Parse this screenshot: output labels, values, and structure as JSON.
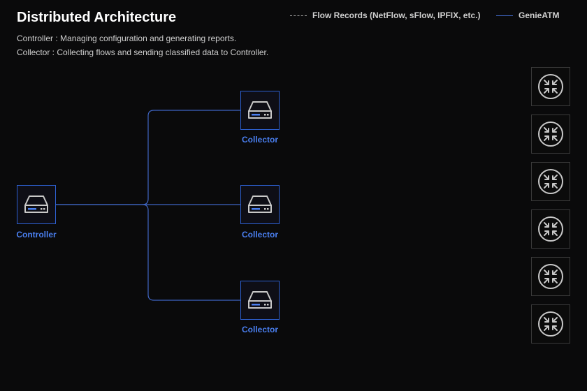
{
  "header": {
    "title": "Distributed Architecture",
    "desc_controller": "Controller : Managing configuration and generating reports.",
    "desc_collector": "Collector : Collecting flows and sending classified data to Controller."
  },
  "legend": {
    "flow_records": "Flow Records (NetFlow, sFlow, IPFIX, etc.)",
    "genieatm": "GenieATM"
  },
  "nodes": {
    "controller": {
      "label": "Controller",
      "icon": "server-icon"
    },
    "collectors": [
      {
        "label": "Collector",
        "icon": "server-icon"
      },
      {
        "label": "Collector",
        "icon": "server-icon"
      },
      {
        "label": "Collector",
        "icon": "server-icon"
      }
    ],
    "routers": [
      {
        "icon": "router-icon"
      },
      {
        "icon": "router-icon"
      },
      {
        "icon": "router-icon"
      },
      {
        "icon": "router-icon"
      },
      {
        "icon": "router-icon"
      },
      {
        "icon": "router-icon"
      }
    ]
  },
  "colors": {
    "background": "#0a0a0b",
    "accent_blue": "#2d5fd0",
    "label_blue": "#4a7ff0",
    "link_blue": "#3f65c2",
    "icon_gray": "#c8c8c8"
  }
}
